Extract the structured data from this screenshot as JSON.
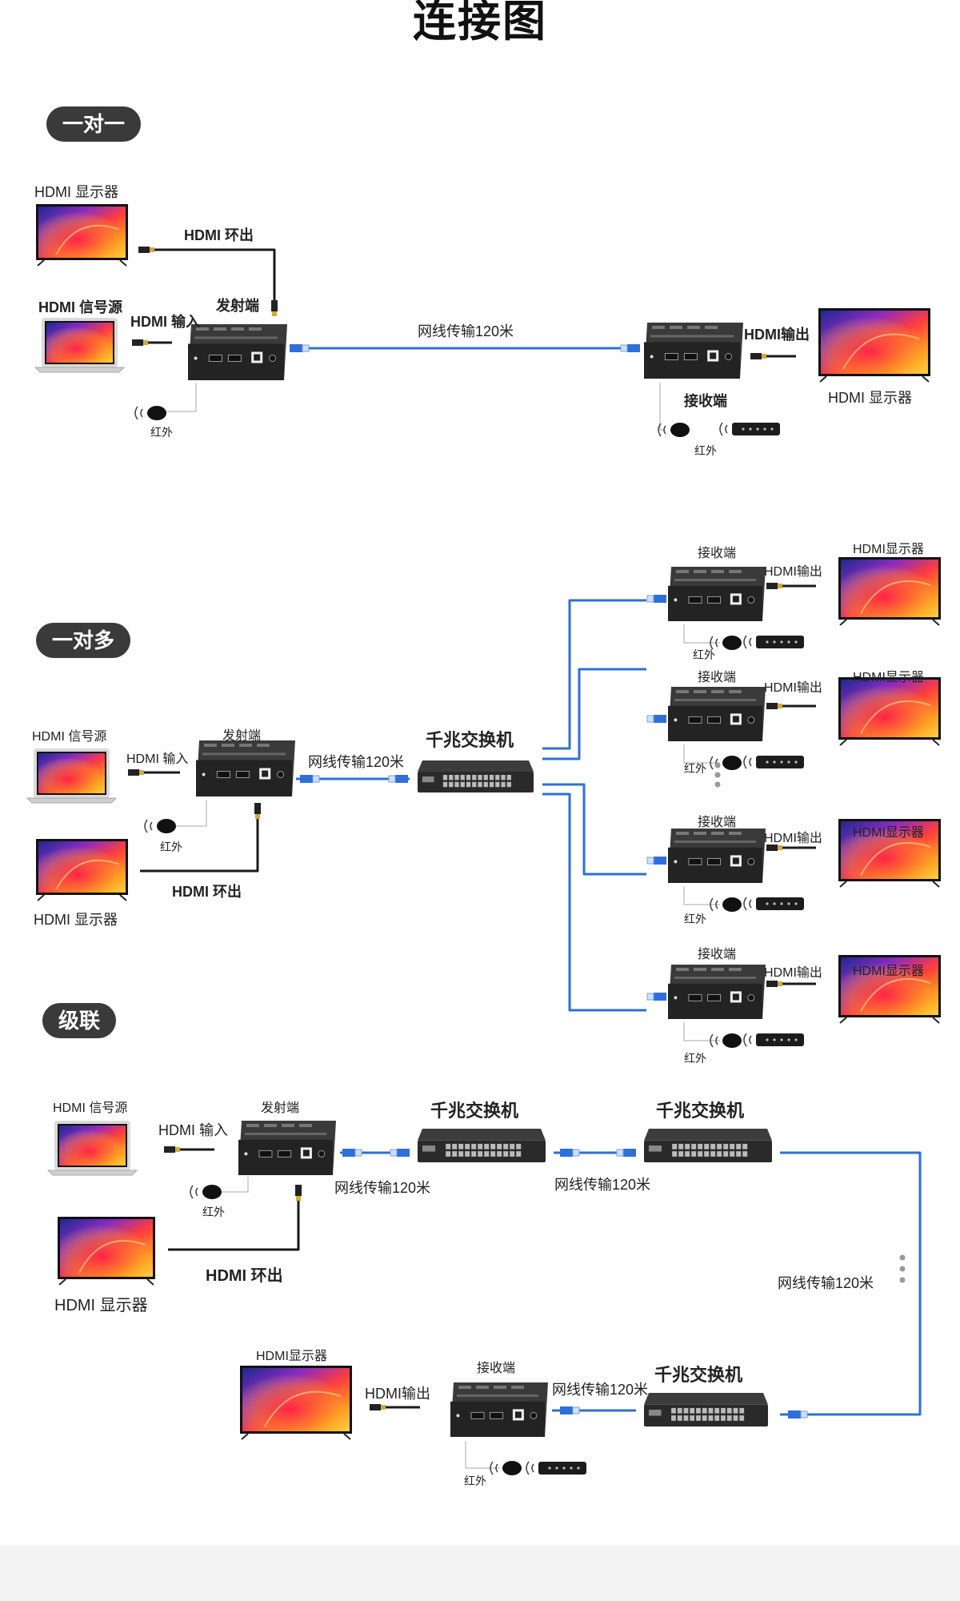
{
  "title": "连接图",
  "sections": {
    "one_to_one": {
      "pill": "一对一",
      "monitor_top": "HDMI 显示器",
      "loop_out": "HDMI 环出",
      "source": "HDMI 信号源",
      "transmitter": "发射端",
      "input": "HDMI 输入",
      "ir": "红外",
      "cable": "网线传输120米",
      "output": "HDMI输出",
      "receiver": "接收端",
      "monitor_right": "HDMI 显示器",
      "ir_right": "红外"
    },
    "one_to_many": {
      "pill": "一对多",
      "source": "HDMI 信号源",
      "input": "HDMI 输入",
      "transmitter": "发射端",
      "cable": "网线传输120米",
      "switch": "千兆交换机",
      "ir": "红外",
      "loop_out": "HDMI 环出",
      "monitor": "HDMI 显示器",
      "receivers": [
        {
          "receiver": "接收端",
          "output": "HDMI输出",
          "monitor": "HDMI显示器",
          "ir": "红外"
        },
        {
          "receiver": "接收端",
          "output": "HDMI输出",
          "monitor": "HDMI显示器",
          "ir": "红外"
        },
        {
          "receiver": "接收端",
          "output": "HDMI输出",
          "monitor": "HDMI显示器",
          "ir": "红外"
        },
        {
          "receiver": "接收端",
          "output": "HDMI输出",
          "monitor": "HDMI显示器",
          "ir": "红外"
        }
      ]
    },
    "cascade": {
      "pill": "级联",
      "source": "HDMI 信号源",
      "input": "HDMI 输入",
      "transmitter": "发射端",
      "switch1": "千兆交换机",
      "switch2": "千兆交换机",
      "switch3": "千兆交换机",
      "cable1": "网线传输120米",
      "cable2": "网线传输120米",
      "cable3": "网线传输120米",
      "cable4": "网线传输120米",
      "ir": "红外",
      "loop_out": "HDMI 环出",
      "monitor": "HDMI 显示器",
      "monitor_bottom": "HDMI显示器",
      "output": "HDMI输出",
      "receiver": "接收端",
      "ir_bottom": "红外"
    }
  },
  "colors": {
    "network_cable": "#2f6fd8",
    "pill_bg": "#3a3a3a",
    "device_body": "#2b2b2b",
    "hdmi_cable": "#1a1a1a"
  }
}
